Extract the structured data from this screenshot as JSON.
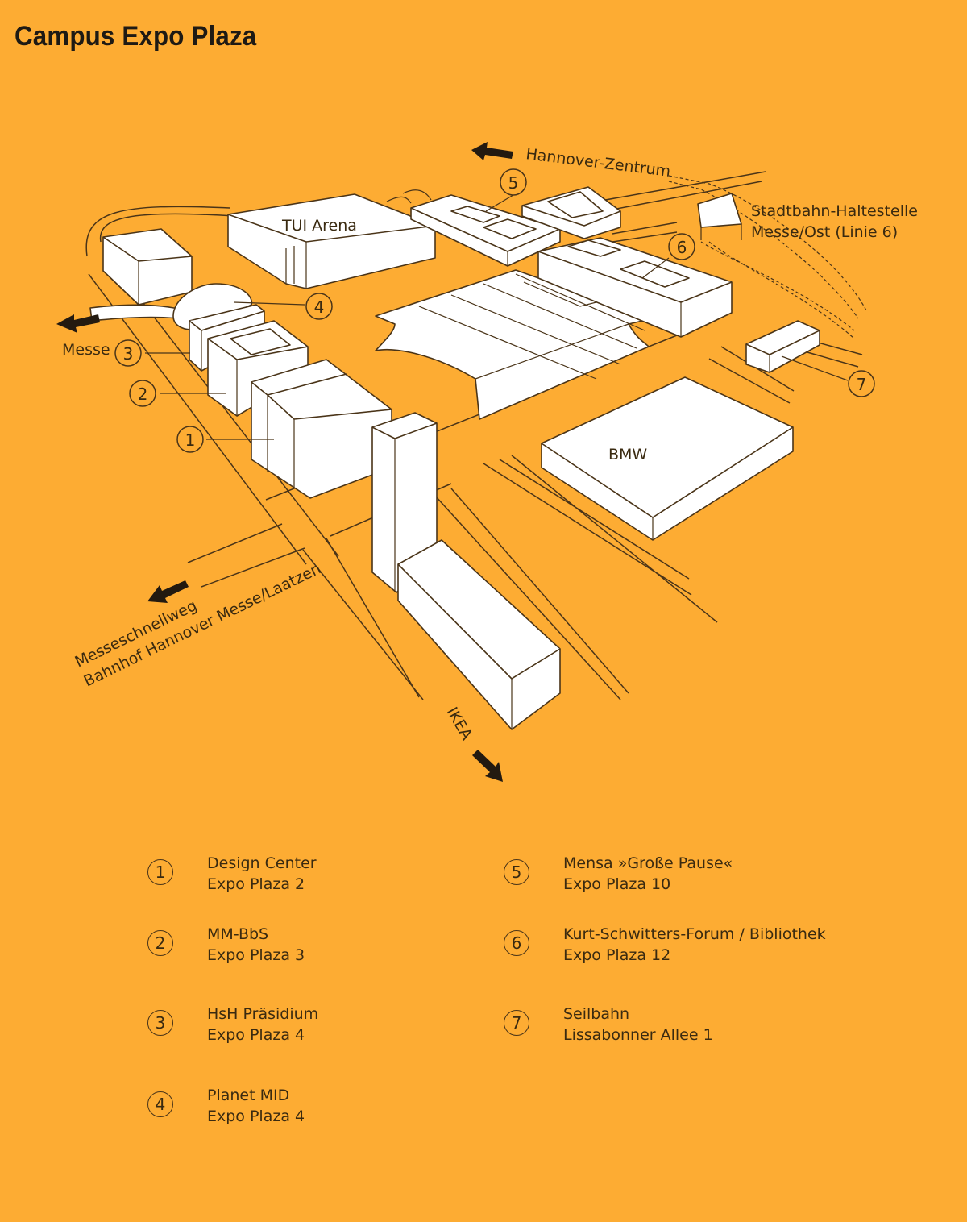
{
  "title": "Campus Expo Plaza",
  "map": {
    "labels": {
      "hannover_zentrum": "Hannover-Zentrum",
      "stadtbahn_line1": "Stadtbahn-Haltestelle",
      "stadtbahn_line2": "Messe/Ost (Linie 6)",
      "tui_arena": "TUI Arena",
      "messe": "Messe",
      "bmw": "BMW",
      "messeschnellweg": "Messeschnellweg",
      "bahnhof": "Bahnhof Hannover Messe/Laatzen",
      "ikea": "IKEA"
    },
    "markers": [
      "1",
      "2",
      "3",
      "4",
      "5",
      "6",
      "7"
    ]
  },
  "legend": [
    {
      "num": "1",
      "name": "Design Center",
      "address": "Expo Plaza 2"
    },
    {
      "num": "2",
      "name": "MM-BbS",
      "address": "Expo Plaza 3"
    },
    {
      "num": "3",
      "name": "HsH Präsidium",
      "address": "Expo Plaza 4"
    },
    {
      "num": "4",
      "name": "Planet MID",
      "address": "Expo Plaza 4"
    },
    {
      "num": "5",
      "name": "Mensa »Große Pause«",
      "address": "Expo Plaza 10"
    },
    {
      "num": "6",
      "name": "Kurt-Schwitters-Forum / Bibliothek",
      "address": "Expo Plaza 12"
    },
    {
      "num": "7",
      "name": "Seilbahn",
      "address": "Lissabonner Allee 1"
    }
  ],
  "colors": {
    "background": "#FDAC33",
    "building": "#ffffff",
    "line": "#4a3418"
  }
}
